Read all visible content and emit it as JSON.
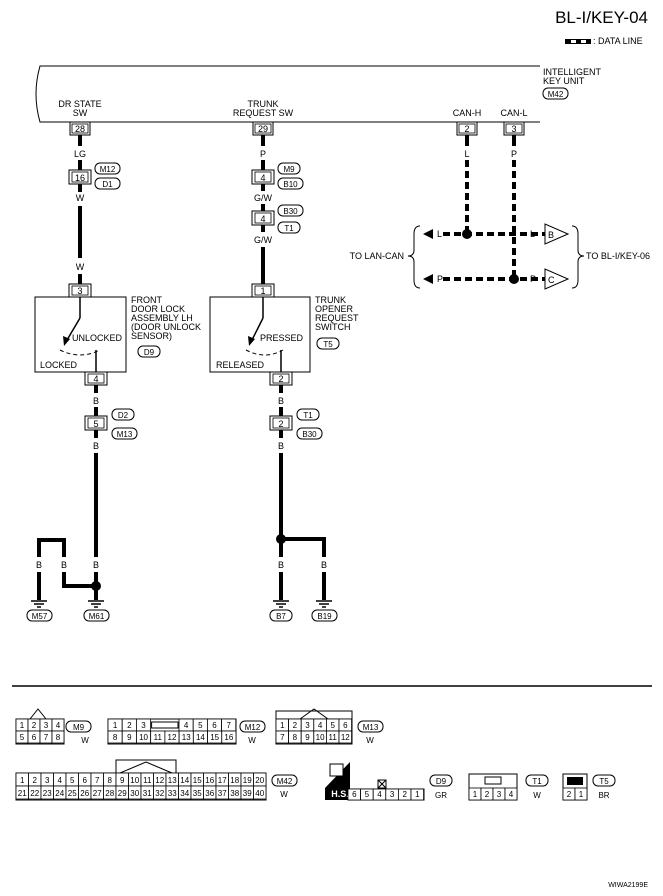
{
  "header": {
    "title": "BL-I/KEY-04",
    "legend_label": ": DATA LINE"
  },
  "key_unit": {
    "name_line1": "INTELLIGENT",
    "name_line2": "KEY UNIT",
    "connector": "M42",
    "terminals": [
      {
        "label_line1": "DR STATE",
        "label_line2": "SW",
        "pin": "28"
      },
      {
        "label_line1": "TRUNK",
        "label_line2": "REQUEST SW",
        "pin": "29"
      },
      {
        "label_line1": "CAN-H",
        "label_line2": "",
        "pin": "2"
      },
      {
        "label_line1": "CAN-L",
        "label_line2": "",
        "pin": "3"
      }
    ]
  },
  "left_circuit": {
    "wire_top": "LG",
    "junction_pin": "16",
    "junction_conn_a": "M12",
    "junction_conn_b": "D1",
    "wire_mid": "W",
    "wire_mid2": "W",
    "switch_pin_top": "3",
    "switch_pin_bottom": "4",
    "switch_name": [
      "FRONT",
      "DOOR LOCK",
      "ASSEMBLY LH",
      "(DOOR UNLOCK",
      "SENSOR)"
    ],
    "switch_conn": "D9",
    "state_a": "UNLOCKED",
    "state_b": "LOCKED",
    "wire_below": "B",
    "junction2_pin": "5",
    "junction2_conn_a": "D2",
    "junction2_conn_b": "M13",
    "wire_low": "B",
    "ground_wire_a": "B",
    "ground_wire_b": "B",
    "ground_wire_c": "B",
    "ground_a": "M57",
    "ground_b": "M61"
  },
  "center_circuit": {
    "wire_top": "P",
    "junction1_pin": "4",
    "junction1_conn_a": "M9",
    "junction1_conn_b": "B10",
    "wire_mid": "G/W",
    "junction2_pin": "4",
    "junction2_conn_a": "B30",
    "junction2_conn_b": "T1",
    "wire_mid2": "G/W",
    "switch_pin_top": "1",
    "switch_pin_bottom": "2",
    "switch_name": [
      "TRUNK",
      "OPENER",
      "REQUEST",
      "SWITCH"
    ],
    "switch_conn": "T5",
    "state_a": "PRESSED",
    "state_b": "RELEASED",
    "wire_below": "B",
    "junction3_pin": "2",
    "junction3_conn_a": "T1",
    "junction3_conn_b": "B30",
    "wire_low": "B",
    "ground_wire_a": "B",
    "ground_wire_b": "B",
    "ground_a": "B7",
    "ground_b": "B19"
  },
  "can_circuit": {
    "wire_h": "L",
    "wire_l": "P",
    "left_h": "L",
    "left_l": "P",
    "right_h": "L",
    "right_l": "P",
    "arrow_h": "B",
    "arrow_l": "C",
    "to_left": "TO LAN-CAN",
    "to_right": "TO BL-I/KEY-06"
  },
  "connectors": [
    {
      "id": "M9",
      "color": "W",
      "row1": [
        "1",
        "2",
        "3",
        "4"
      ],
      "row2": [
        "5",
        "6",
        "7",
        "8"
      ]
    },
    {
      "id": "M12",
      "color": "W",
      "row1": [
        "1",
        "2",
        "3",
        "",
        "4",
        "5",
        "6",
        "7"
      ],
      "row2": [
        "8",
        "9",
        "10",
        "11",
        "12",
        "13",
        "14",
        "15",
        "16"
      ]
    },
    {
      "id": "M13",
      "color": "W",
      "row1": [
        "1",
        "2",
        "3",
        "4",
        "5",
        "6"
      ],
      "row2": [
        "7",
        "8",
        "9",
        "10",
        "11",
        "12"
      ]
    },
    {
      "id": "M42",
      "color": "W",
      "row1": [
        "1",
        "2",
        "3",
        "4",
        "5",
        "6",
        "7",
        "8",
        "9",
        "10",
        "11",
        "12",
        "13",
        "14",
        "15",
        "16",
        "17",
        "18",
        "19",
        "20"
      ],
      "row2": [
        "21",
        "22",
        "23",
        "24",
        "25",
        "26",
        "27",
        "28",
        "29",
        "30",
        "31",
        "32",
        "33",
        "34",
        "35",
        "36",
        "37",
        "38",
        "39",
        "40"
      ]
    },
    {
      "id": "D9",
      "color": "GR",
      "row1": [
        "6",
        "5",
        "4",
        "3",
        "2",
        "1"
      ]
    },
    {
      "id": "T1",
      "color": "W",
      "row1": [
        "1",
        "2",
        "3",
        "4"
      ]
    },
    {
      "id": "T5",
      "color": "BR",
      "row1": [
        "2",
        "1"
      ]
    }
  ],
  "hs_label": "H.S.",
  "footer_code": "WIWA2199E"
}
